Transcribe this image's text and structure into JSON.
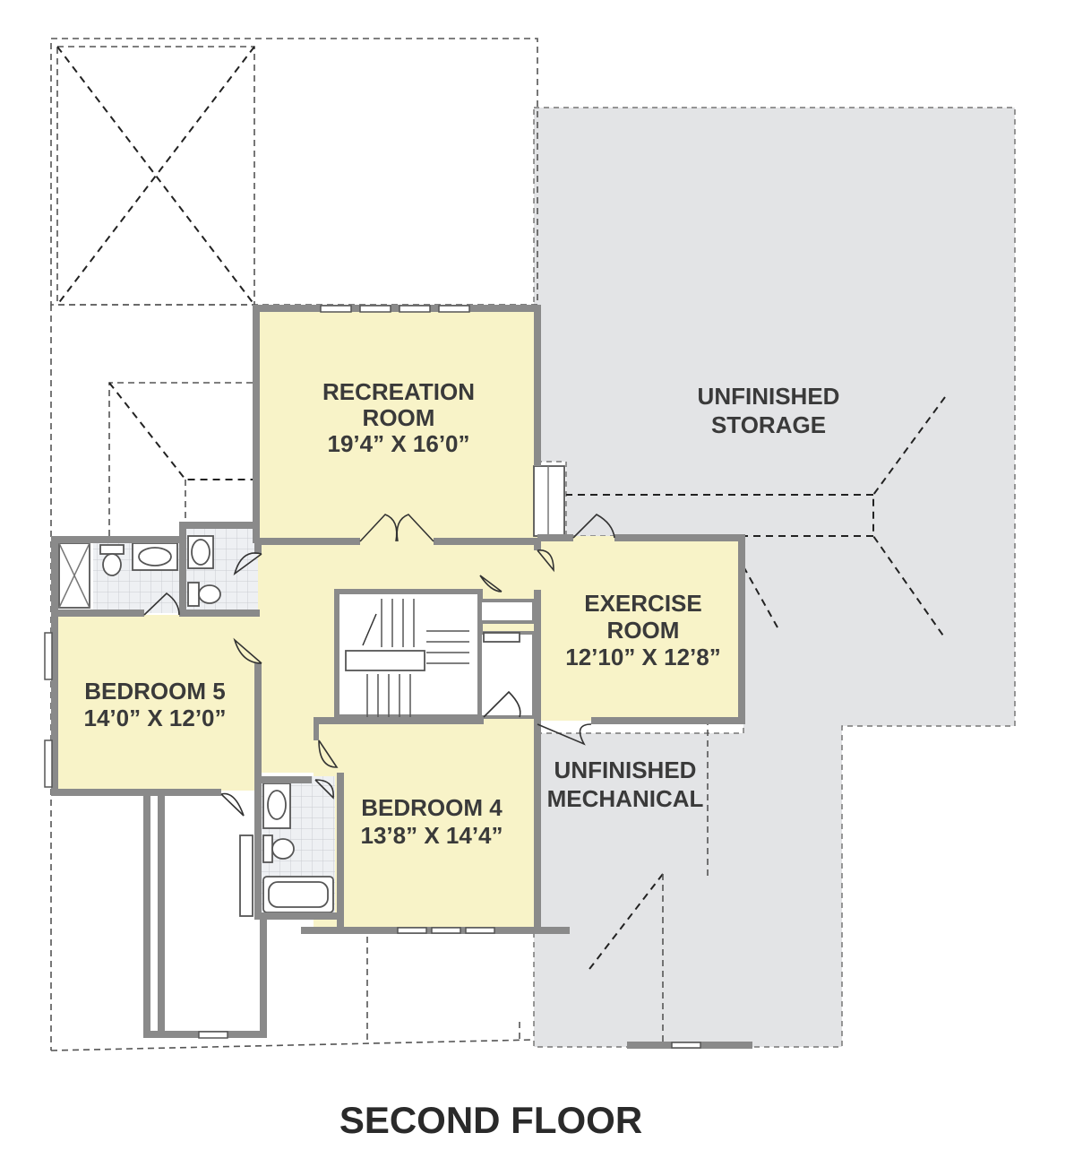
{
  "title": "SECOND FLOOR",
  "rooms": {
    "recreation": {
      "line1": "RECREATION",
      "line2": "ROOM",
      "size": "19’4” X 16’0”"
    },
    "storage": {
      "line1": "UNFINISHED",
      "line2": "STORAGE"
    },
    "exercise": {
      "line1": "EXERCISE",
      "line2": "ROOM",
      "size": "12’10” X 12’8”"
    },
    "bedroom5": {
      "line1": "BEDROOM 5",
      "size": "14’0” X 12’0”"
    },
    "bedroom4": {
      "line1": "BEDROOM 4",
      "size": "13’8” X 14’4”"
    },
    "mechanical": {
      "line1": "UNFINISHED",
      "line2": "MECHANICAL"
    }
  },
  "colors": {
    "finished_room": "#f8f3c8",
    "unfinished_area": "#e3e4e6",
    "wall": "#8a8a8a",
    "bath_tile": "#eef0f3"
  }
}
